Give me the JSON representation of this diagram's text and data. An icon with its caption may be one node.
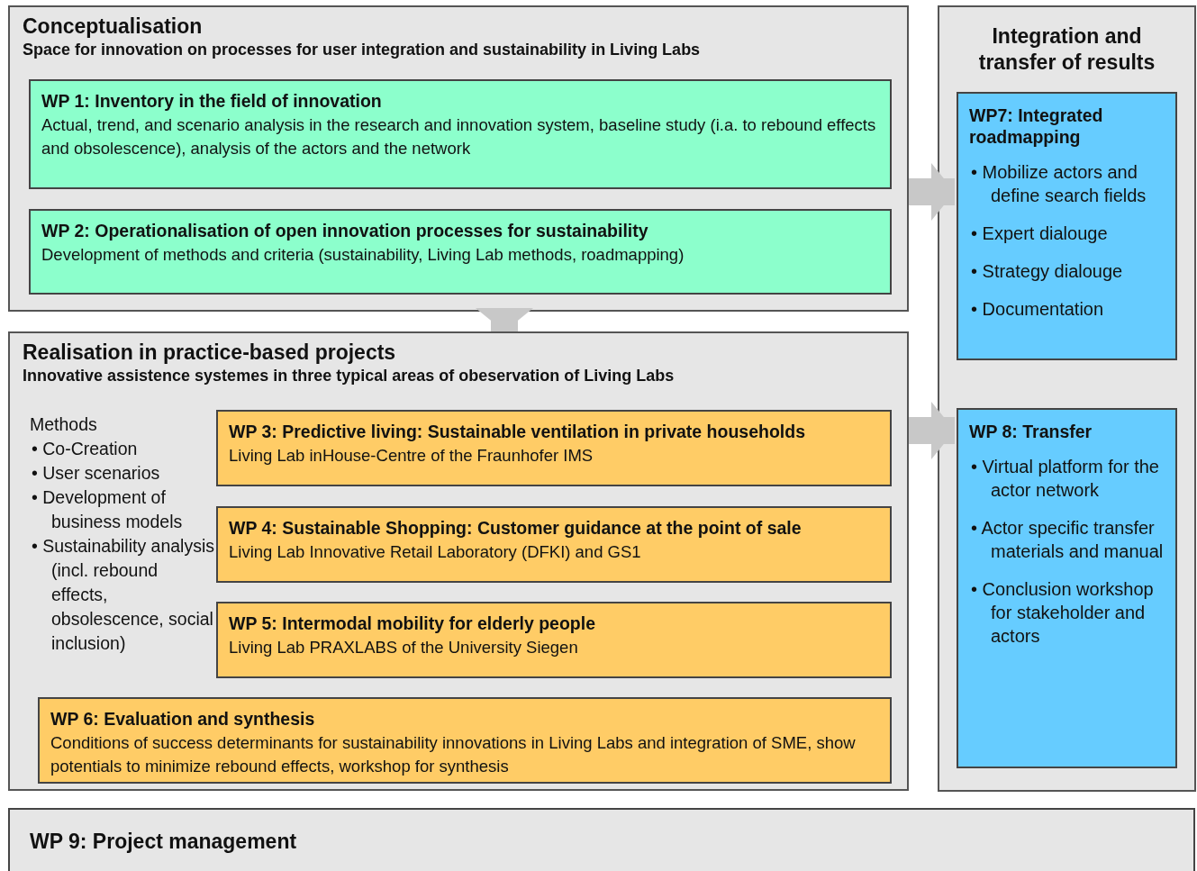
{
  "diagram": {
    "nodes": [
      {
        "text": [
          "Conceptualisation",
          "Space for innovation on processes for user integration and sustainability in Living Labs"
        ]
      },
      {
        "text": [
          "WP 1: Inventory in the field of innovation",
          "Actual, trend, and scenario analysis in the research and innovation system, baseline study (i.a. to rebound effects and obsolescence), analysis of the actors and the network"
        ],
        "in": 0
      },
      {
        "text": [
          "WP 2: Operationalisation of open innovation processes for sustainability",
          "Development of methods and criteria (sustainability, Living Lab methods, roadmapping)"
        ],
        "in": 0
      },
      {
        "text": [
          "Realisation in practice-based projects",
          "Innovative assistence systemes in three typical areas of obeservation of Living Labs",
          "Methods",
          "• Co-Creation",
          "• User scenarios",
          "• Development of business models",
          "• Sustainability analysis (incl. rebound effects, obsolescence, social inclusion)"
        ]
      },
      {
        "text": [
          "WP 3: Predictive living: Sustainable ventilation in private households",
          "Living Lab inHouse-Centre of the Fraunhofer IMS"
        ],
        "in": 3
      },
      {
        "text": [
          "WP 4: Sustainable Shopping: Customer guidance at the point of sale",
          "Living Lab Innovative Retail Laboratory (DFKI) and GS1"
        ],
        "in": 3
      },
      {
        "text": [
          "WP 5: Intermodal mobility for elderly people",
          "Living Lab PRAXLABS of the University Siegen"
        ],
        "in": 3
      },
      {
        "text": [
          "WP 6: Evaluation and synthesis",
          "Conditions of success determinants for sustainability innovations in Living Labs and integration of SME, show potentials to minimize rebound effects, workshop for synthesis"
        ],
        "in": 3
      },
      {
        "text": [
          "Integration and transfer of results"
        ]
      },
      {
        "text": [
          "WP7: Integrated roadmapping",
          "• Mobilize actors and define search fields",
          "• Expert dialouge",
          "• Strategy dialouge",
          "• Documentation"
        ],
        "in": 8
      },
      {
        "text": [
          "WP 8: Transfer",
          "• Virtual platform for the actor network",
          "• Actor specific transfer materials and manual",
          "• Conclusion workshop for stakeholder and actors"
        ],
        "in": 8
      },
      {
        "text": [
          "WP 9: Project management"
        ]
      }
    ],
    "edges": [
      {
        "from": 0,
        "to": 3,
        "arrow": "to"
      },
      {
        "from": 0,
        "to": 9,
        "arrow": "to"
      },
      {
        "from": 3,
        "to": 10,
        "arrow": "to"
      }
    ]
  }
}
